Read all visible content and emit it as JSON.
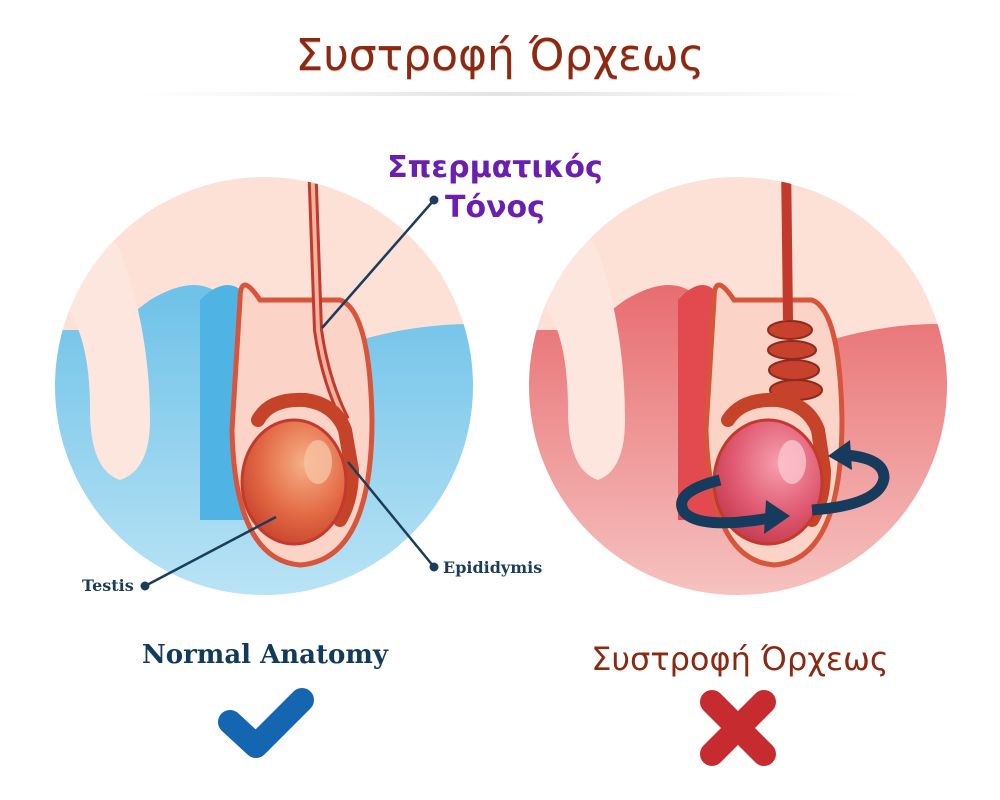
{
  "title": "Συστροφή Όρχεως",
  "labels": {
    "cord_line1": "Σπερματικός",
    "cord_line2": "Τόνος",
    "testis": "Testis",
    "epididymis": "Epididymis"
  },
  "captions": {
    "normal": "Normal Anatomy",
    "torsion": "Συστροφή Όρχεως"
  },
  "colors": {
    "title": "#8a2a12",
    "cord_label": "#6a1fb0",
    "check": "#1466b0",
    "cross": "#c62b30"
  },
  "icons": {
    "normal": "checkmark-icon",
    "torsion": "cross-icon"
  }
}
